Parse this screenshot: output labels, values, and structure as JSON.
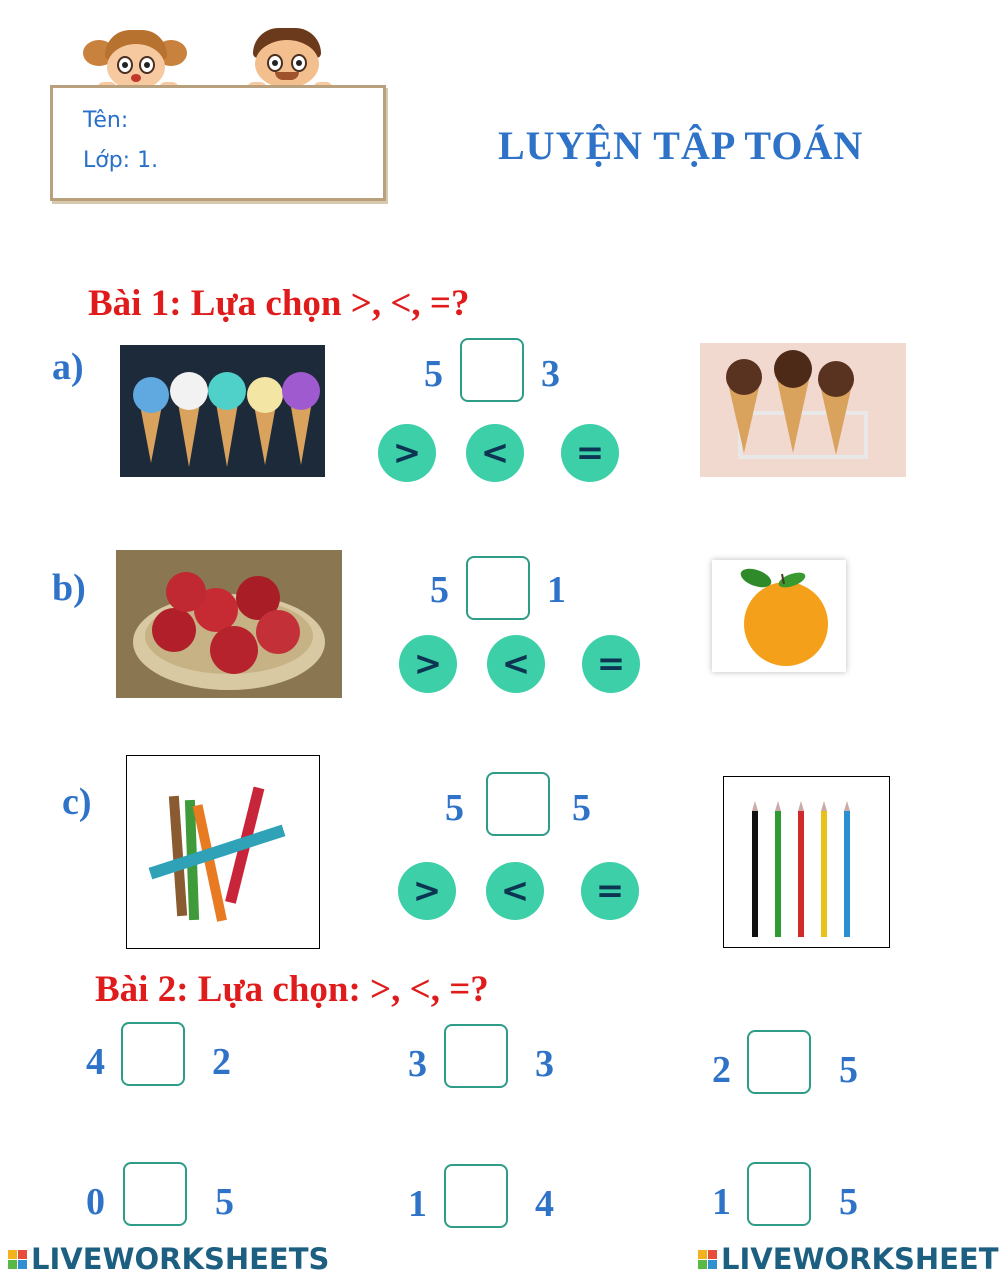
{
  "header": {
    "name_label": "Tên:",
    "class_label": "Lớp: 1.",
    "title": "LUYỆN TẬP TOÁN"
  },
  "exercise1": {
    "title": "Bài 1: Lựa chọn >, <, =?",
    "parts": [
      {
        "label": "a)",
        "left": "5",
        "right": "3",
        "left_image": "ice-cream-cones-colorful",
        "right_image": "chocolate-ice-cream-cones"
      },
      {
        "label": "b)",
        "left": "5",
        "right": "1",
        "left_image": "apple-basket",
        "right_image": "orange"
      },
      {
        "label": "c)",
        "left": "5",
        "right": "5",
        "left_image": "crayons",
        "right_image": "colored-pencils"
      }
    ],
    "choices": [
      ">",
      "<",
      "="
    ]
  },
  "exercise2": {
    "title": "Bài 2: Lựa chọn: >, <, =?",
    "items": [
      {
        "left": "4",
        "right": "2"
      },
      {
        "left": "3",
        "right": "3"
      },
      {
        "left": "2",
        "right": "5"
      },
      {
        "left": "0",
        "right": "5"
      },
      {
        "left": "1",
        "right": "4"
      },
      {
        "left": "1",
        "right": "5"
      }
    ]
  },
  "footer": {
    "logo_text": "LIVEWORKSHEETS"
  },
  "colors": {
    "title_blue": "#2f73c8",
    "exercise_red": "#e01b1b",
    "choice_teal": "#3ccfa8"
  }
}
